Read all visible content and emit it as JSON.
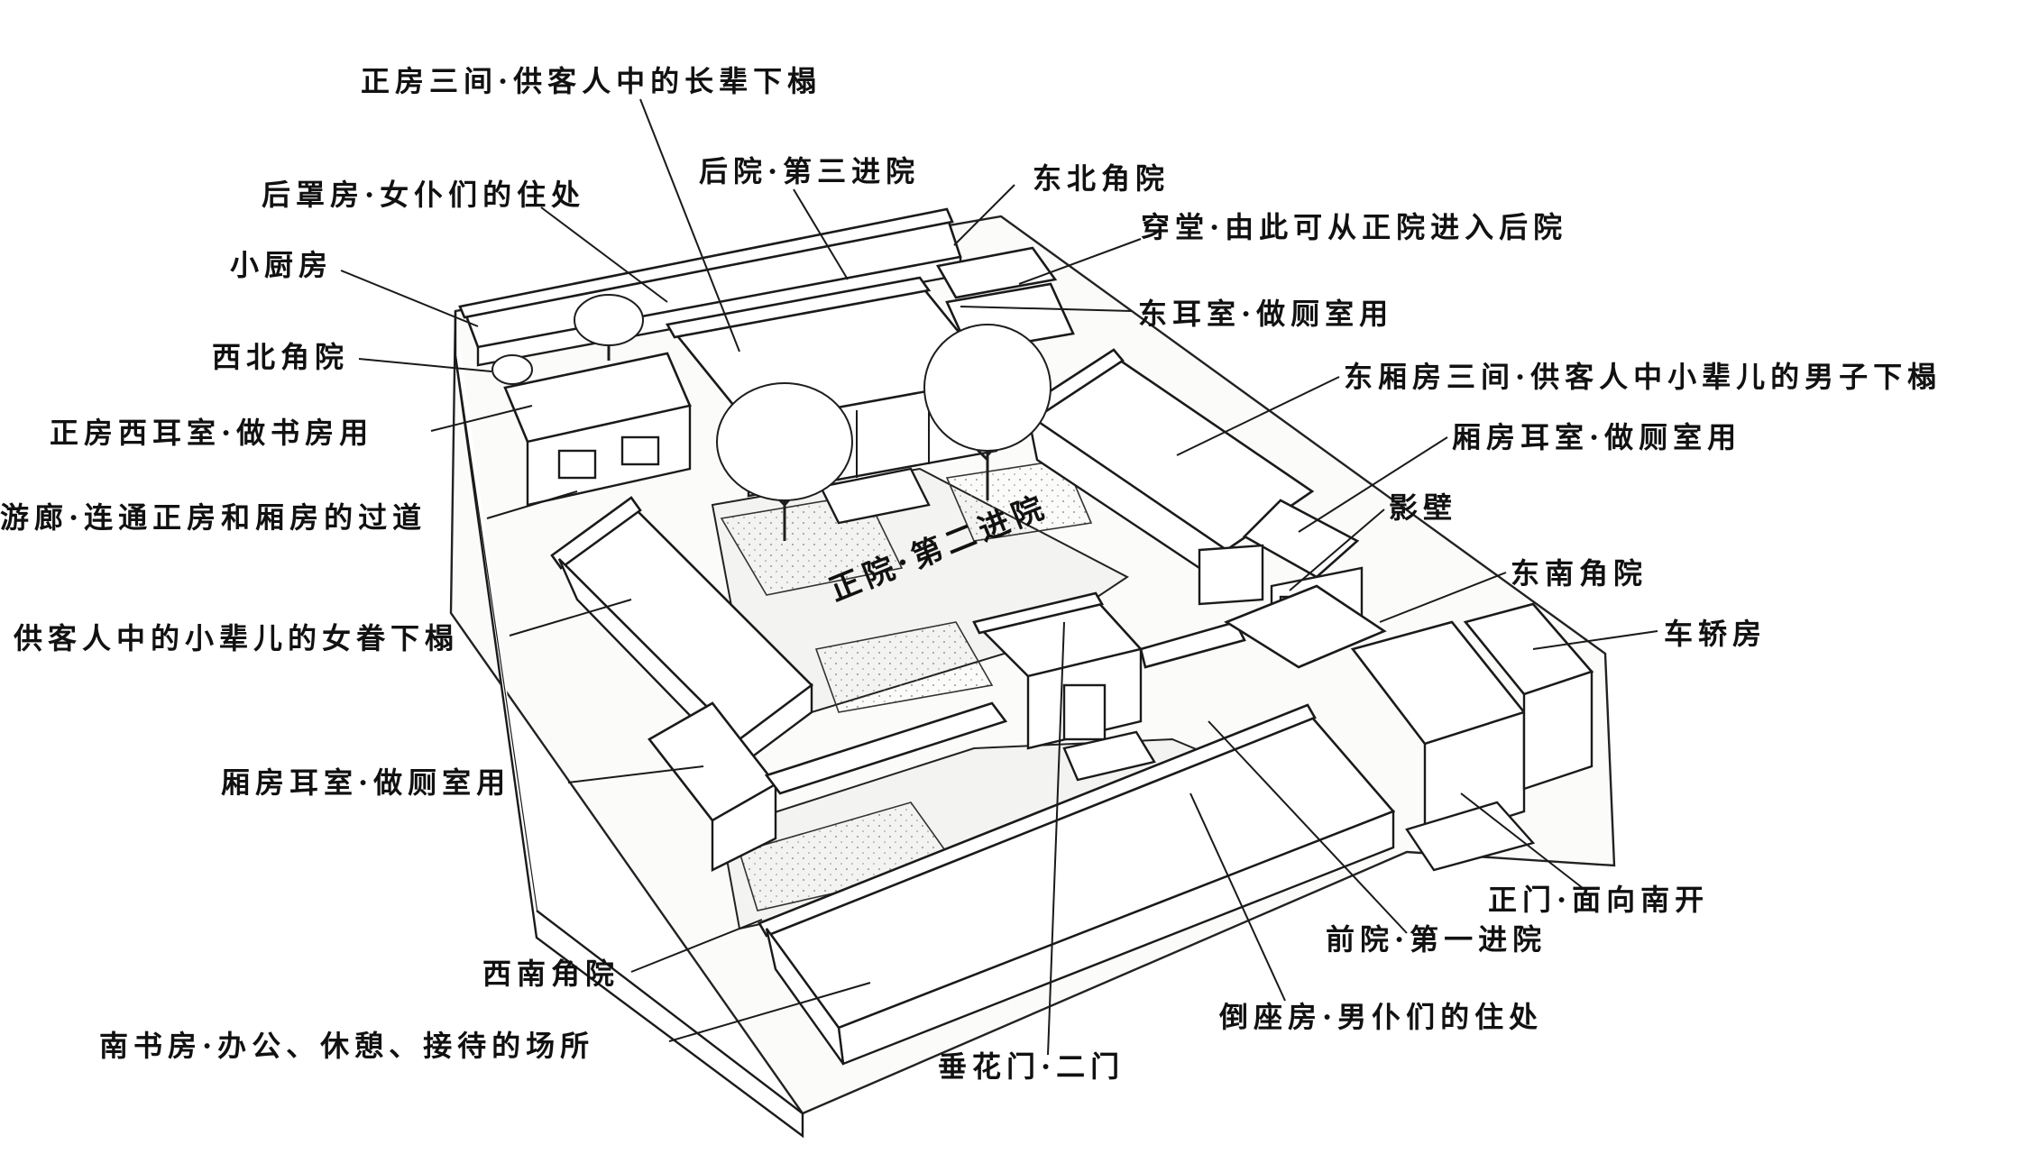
{
  "labels": {
    "main_hall": "正房三间·供客人中的长辈下榻",
    "rear_yard": "后院·第三进院",
    "northeast_yard": "东北角院",
    "rear_row": "后罩房·女仆们的住处",
    "passage_hall": "穿堂·由此可从正院进入后院",
    "small_kitchen": "小厨房",
    "east_ear_room": "东耳室·做厕室用",
    "northwest_yard": "西北角院",
    "east_wing": "东厢房三间·供客人中小辈儿的男子下榻",
    "west_ear_room": "正房西耳室·做书房用",
    "wing_ear_room_east": "厢房耳室·做厕室用",
    "veranda": "游廊·连通正房和厢房的过道",
    "screen_wall": "影壁",
    "main_yard": "正院·第二进院",
    "southeast_yard": "东南角院",
    "west_wing": "供客人中的小辈儿的女眷下榻",
    "carriage_house": "车轿房",
    "wing_ear_room_west": "厢房耳室·做厕室用",
    "main_gate": "正门·面向南开",
    "front_yard": "前院·第一进院",
    "southwest_yard": "西南角院",
    "south_row": "倒座房·男仆们的住处",
    "south_study": "南书房·办公、休憩、接待的场所",
    "inner_gate": "垂花门·二门"
  }
}
